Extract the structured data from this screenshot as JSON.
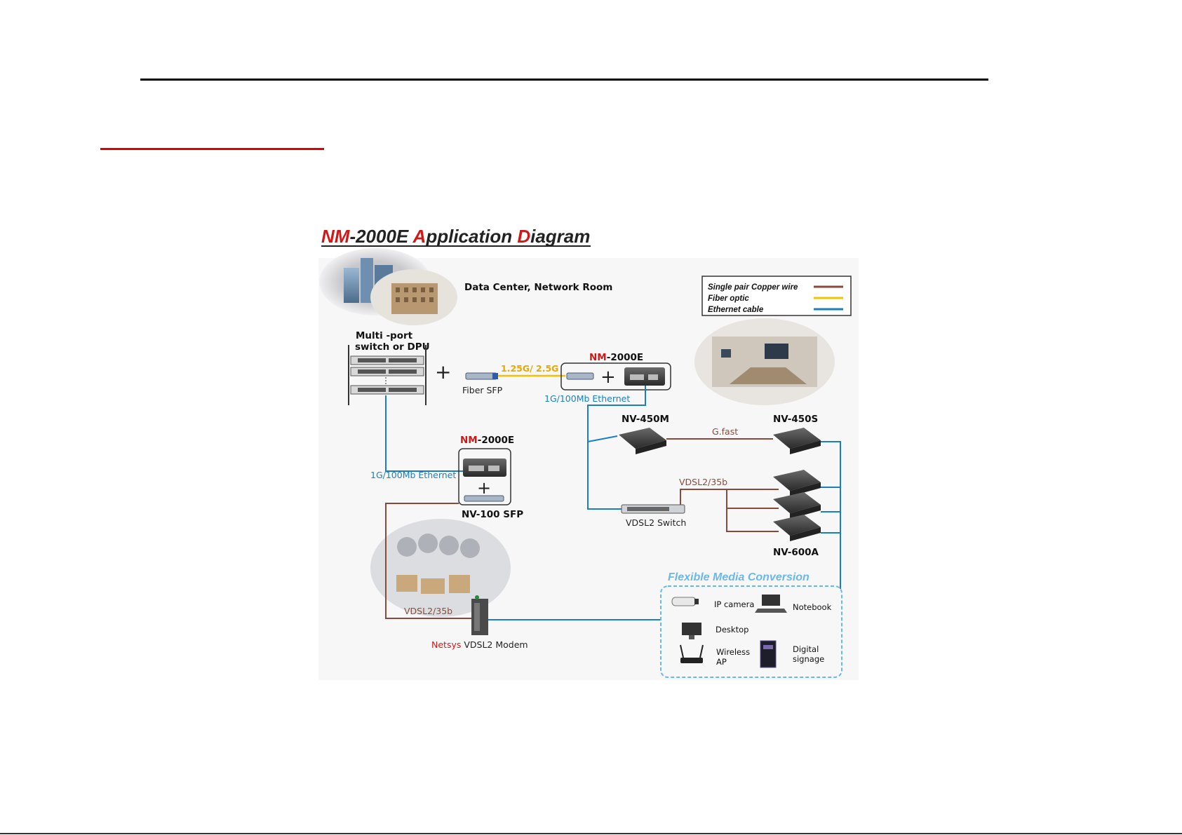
{
  "title": {
    "p1": "NM",
    "p2": "-2000E  ",
    "p3": "A",
    "p4": "pplication ",
    "p5": "D",
    "p6": "iagram"
  },
  "legend": {
    "items": [
      {
        "label": "Single pair Copper wire",
        "color": "#8a4a3a"
      },
      {
        "label": "Fiber optic",
        "color": "#f2c200"
      },
      {
        "label": "Ethernet cable",
        "color": "#1a7fc2"
      }
    ]
  },
  "nodes": {
    "data_center": "Data Center, Network Room",
    "switch_line1": "Multi -port",
    "switch_line2": "switch or DPU",
    "fiber_sfp": "Fiber SFP",
    "fiber_speed": "1.25G/ 2.5G",
    "nm_top_prefix": "NM",
    "nm_top_suffix": "-2000E",
    "eth_top": "1G/100Mb Ethernet",
    "nm_left_prefix": "NM",
    "nm_left_suffix": "-2000E",
    "eth_left": "1G/100Mb Ethernet",
    "nv100": "NV-100 SFP",
    "nv450m": "NV-450M",
    "nv450s": "NV-450S",
    "gfast": "G.fast",
    "vdsl_right": "VDSL2/35b",
    "vdsl_switch": "VDSL2 Switch",
    "nv600a": "NV-600A",
    "vdsl_left": "VDSL2/35b",
    "modem_prefix": "Netsys",
    "modem_suffix": " VDSL2 Modem"
  },
  "media": {
    "title": "Flexible Media Conversion",
    "ip_camera": "IP camera",
    "notebook": "Notebook",
    "desktop": "Desktop",
    "wireless1": "Wireless",
    "wireless2": "AP",
    "signage1": "Digital",
    "signage2": "signage"
  },
  "colors": {
    "copper": "#8a4a3a",
    "fiber": "#f2c200",
    "ethernet": "#1a7fc2",
    "accent_red": "#d01818"
  }
}
